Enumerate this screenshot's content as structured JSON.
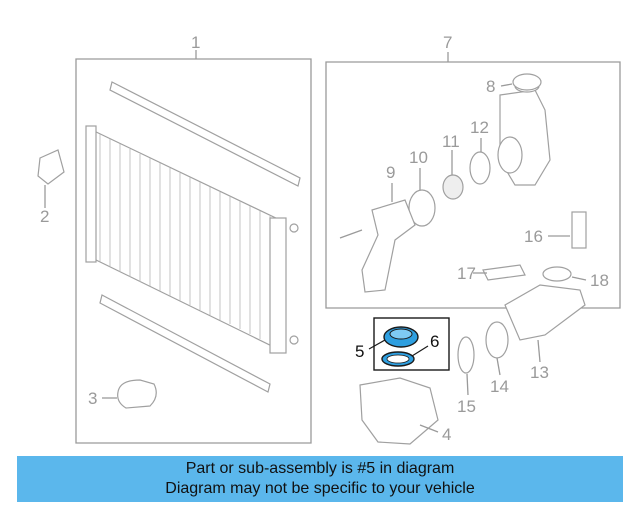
{
  "callouts": {
    "c1": "1",
    "c2": "2",
    "c3": "3",
    "c4": "4",
    "c5": "5",
    "c6": "6",
    "c7": "7",
    "c8": "8",
    "c9": "9",
    "c10": "10",
    "c11": "11",
    "c12": "12",
    "c13": "13",
    "c14": "14",
    "c15": "15",
    "c16": "16",
    "c17": "17",
    "c18": "18"
  },
  "banner": {
    "line1": "Part or sub-assembly is #5 in diagram",
    "line2": "Diagram may not be specific to your vehicle"
  },
  "colors": {
    "banner_bg": "#5bb7ec",
    "highlight_part": "#2e9fe0",
    "line_gray": "#9a9a9a"
  },
  "highlighted_part": "5"
}
